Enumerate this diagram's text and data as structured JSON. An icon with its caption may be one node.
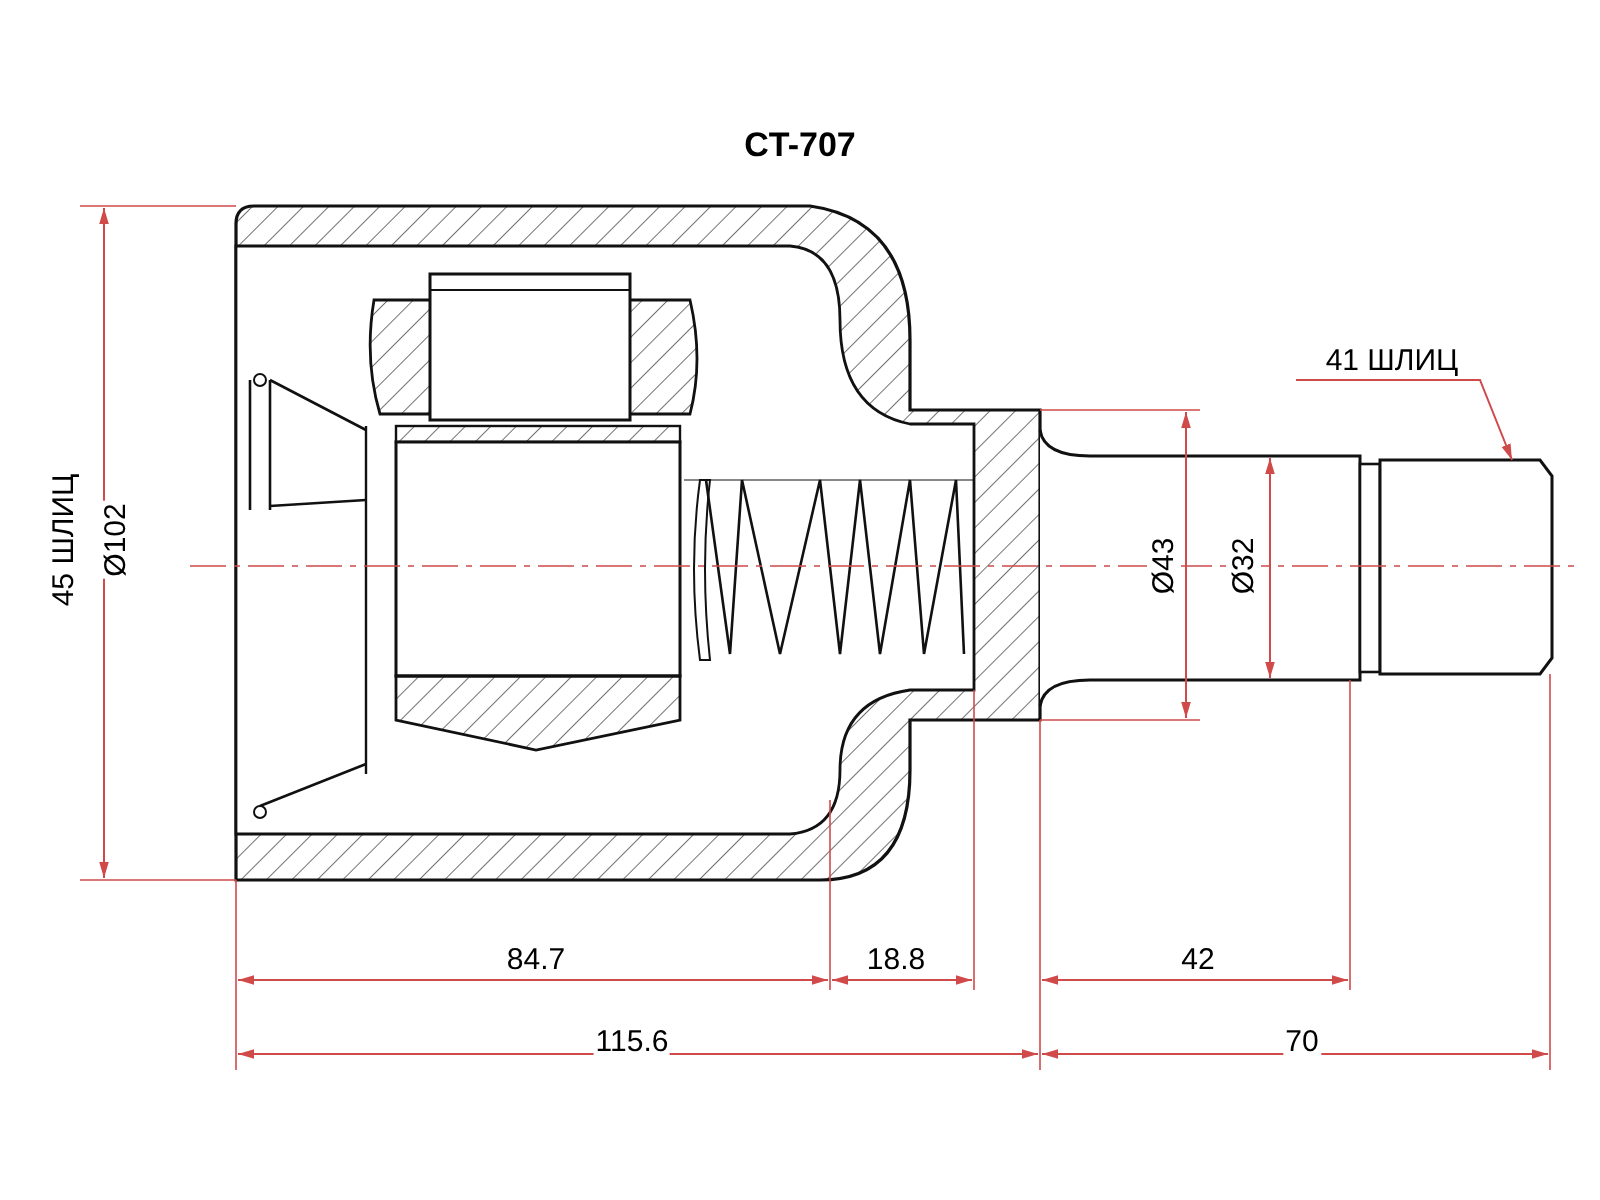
{
  "diagram": {
    "title": "CT-707",
    "nodes": [
      {
        "text": [
          "41 ШЛИЦ"
        ]
      },
      {
        "text": [],
        "shape": "box"
      }
    ],
    "edges": [
      {
        "from": 0,
        "to": 1,
        "arrow": "to",
        "color": "#d04a4a"
      }
    ],
    "labels": [
      "45 ШЛИЦ",
      "Ø102",
      "Ø43",
      "Ø32",
      "84.7",
      "18.8",
      "42",
      "115.6",
      "70"
    ]
  }
}
